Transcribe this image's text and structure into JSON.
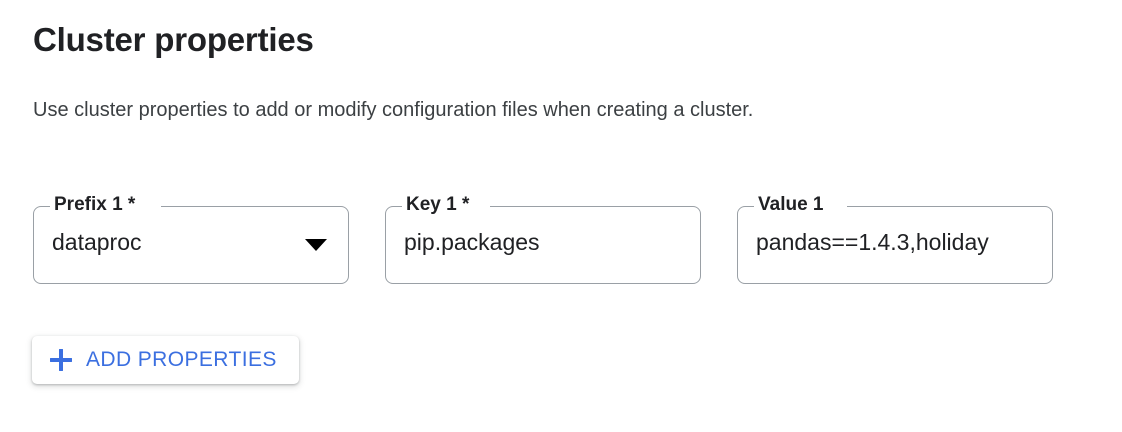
{
  "section": {
    "title": "Cluster properties",
    "description": "Use cluster properties to add or modify configuration files when creating a cluster."
  },
  "fields": [
    {
      "name": "prefix",
      "label": "Prefix 1 *",
      "value": "dataproc",
      "control": "select",
      "icon": "chevron-down-icon",
      "required": true
    },
    {
      "name": "key",
      "label": "Key 1 *",
      "value": "pip.packages",
      "control": "text",
      "required": true
    },
    {
      "name": "value",
      "label": "Value 1",
      "value": "pandas==1.4.3,holiday",
      "control": "text",
      "required": false
    }
  ],
  "add_button": {
    "label": "ADD PROPERTIES",
    "icon": "plus-icon"
  },
  "colors": {
    "accent_blue": "#3b6fe0",
    "text_primary": "#202124",
    "text_secondary": "#3c4043",
    "field_border": "#9aa0a6",
    "background": "#ffffff"
  }
}
